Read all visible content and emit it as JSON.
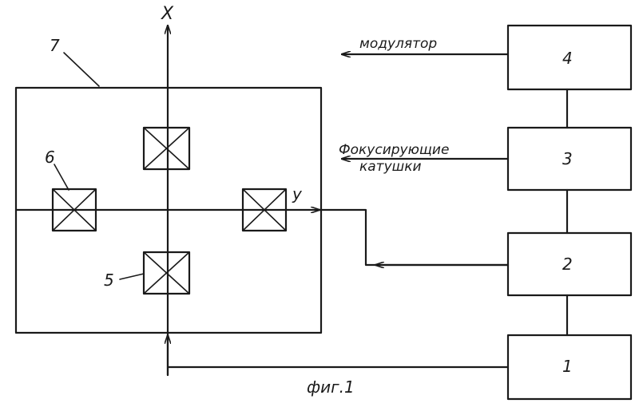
{
  "axes": {
    "x_label": "X",
    "y_label": "y"
  },
  "frame_label": "7",
  "coil_labels": {
    "left": "6",
    "bottom": "5"
  },
  "blocks": [
    {
      "id": "block-1",
      "label": "1"
    },
    {
      "id": "block-2",
      "label": "2"
    },
    {
      "id": "block-3",
      "label": "3"
    },
    {
      "id": "block-4",
      "label": "4"
    }
  ],
  "outputs": {
    "modulator": "модулятор",
    "focusing_line1": "Фокусирующие",
    "focusing_line2": "катушки"
  },
  "caption": "фиг.1"
}
